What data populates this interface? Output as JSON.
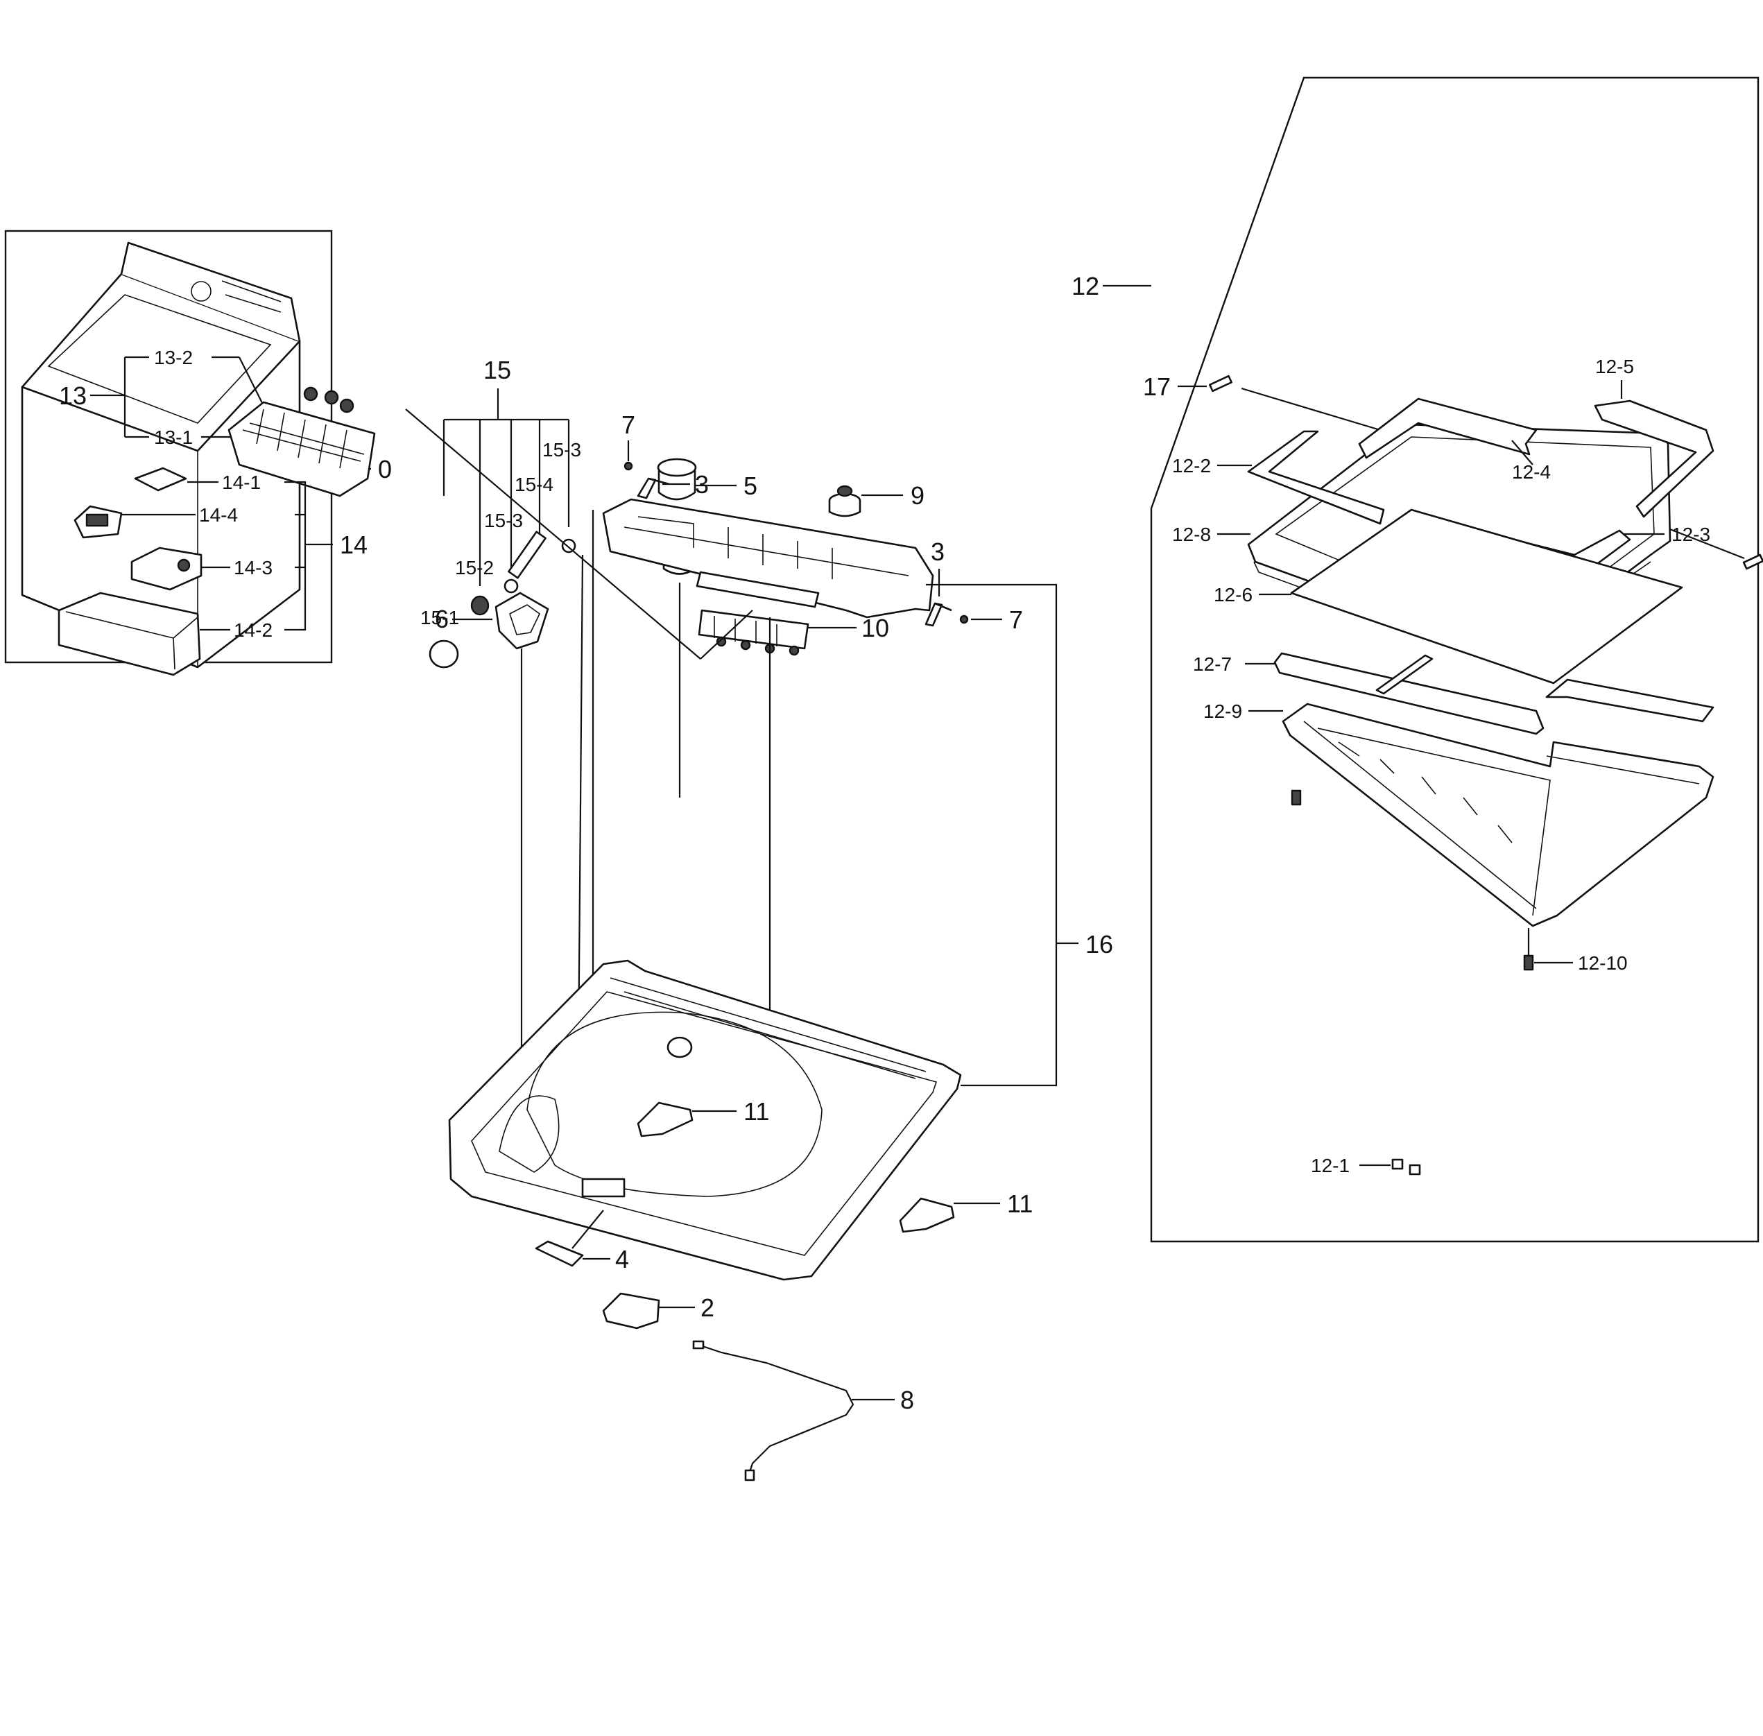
{
  "labels": {
    "p0": "0",
    "p1": "1",
    "p2": "2",
    "p3a": "3",
    "p3b": "3",
    "p4": "4",
    "p5": "5",
    "p6": "6",
    "p7a": "7",
    "p7b": "7",
    "p8": "8",
    "p9": "9",
    "p10": "10",
    "p11a": "11",
    "p11b": "11",
    "p12": "12",
    "p12_1": "12-1",
    "p12_2": "12-2",
    "p12_3": "12-3",
    "p12_4": "12-4",
    "p12_5": "12-5",
    "p12_6": "12-6",
    "p12_7": "12-7",
    "p12_8": "12-8",
    "p12_9": "12-9",
    "p12_10": "12-10",
    "p13": "13",
    "p13_1": "13-1",
    "p13_2": "13-2",
    "p14": "14",
    "p14_1": "14-1",
    "p14_2": "14-2",
    "p14_3": "14-3",
    "p14_4": "14-4",
    "p15": "15",
    "p15_1": "15-1",
    "p15_2": "15-2",
    "p15_3a": "15-3",
    "p15_3b": "15-3",
    "p15_4": "15-4",
    "p16": "16",
    "p17": "17"
  }
}
